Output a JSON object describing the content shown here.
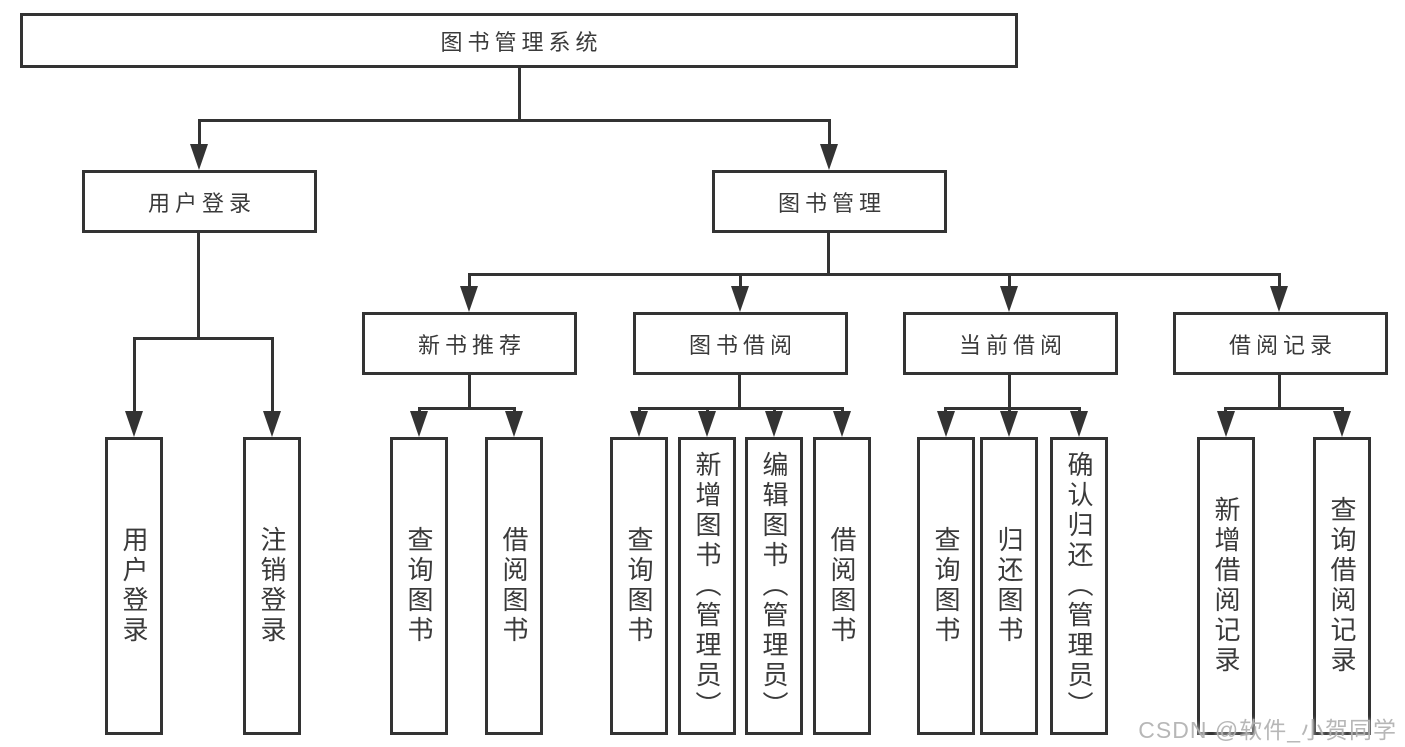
{
  "diagram": {
    "title": "图书管理系统",
    "level2": {
      "user_login": "用户登录",
      "book_management": "图书管理"
    },
    "level3": {
      "new_book": "新书推荐",
      "book_borrow": "图书借阅",
      "current_borrow": "当前借阅",
      "borrow_records": "借阅记录"
    },
    "leaves": {
      "user_login": [
        "用户登录",
        "注销登录"
      ],
      "new_book": [
        "查询图书",
        "借阅图书"
      ],
      "book_borrow": [
        "查询图书",
        "新增图书（管理员）",
        "编辑图书（管理员）",
        "借阅图书"
      ],
      "current_borrow": [
        "查询图书",
        "归还图书",
        "确认归还（管理员）"
      ],
      "borrow_records": [
        "新增借阅记录",
        "查询借阅记录"
      ]
    }
  },
  "watermark": "CSDN @软件_小贺同学",
  "colors": {
    "line": "#333333",
    "text": "#3a3a3a",
    "background": "#ffffff",
    "watermark": "#b4b4b4"
  }
}
